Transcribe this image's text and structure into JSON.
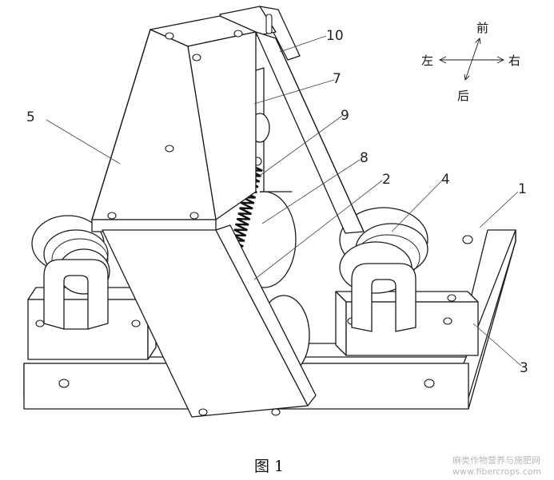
{
  "figure": {
    "caption": "图 1",
    "watermark_line1": "麻类作物营养与施肥网",
    "watermark_line2": "www.fibercrops.com"
  },
  "directions": {
    "front": "前",
    "back": "后",
    "left": "左",
    "right": "右"
  },
  "callouts": [
    "10",
    "7",
    "9",
    "8",
    "2",
    "4",
    "1",
    "5",
    "3"
  ],
  "colors": {
    "line": "#1a1a1a",
    "spring": "#111111",
    "background": "#ffffff"
  }
}
